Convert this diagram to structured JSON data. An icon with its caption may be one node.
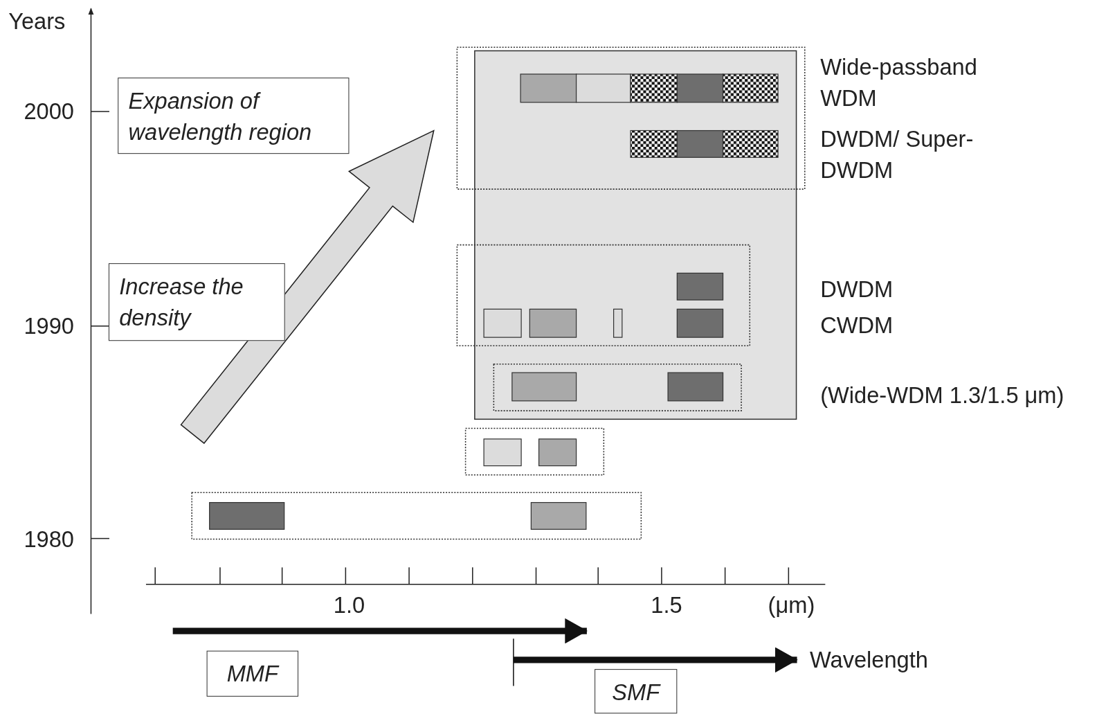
{
  "diagram": {
    "nodes": [
      {
        "text": [
          "Expansion of wavelength region"
        ]
      },
      {
        "text": [
          "Increase the density"
        ]
      },
      {
        "text": [
          "MMF"
        ]
      },
      {
        "text": [
          "SMF"
        ]
      }
    ],
    "labels": [
      "Years",
      "2000",
      "Wide-passband WDM",
      "DWDM/ Super-DWDM",
      "DWDM",
      "1990",
      "CWDM",
      "(Wide-WDM 1.3/1.5 μm)",
      "1980",
      "1.0",
      "1.5",
      "(μm)",
      "Wavelength"
    ]
  }
}
